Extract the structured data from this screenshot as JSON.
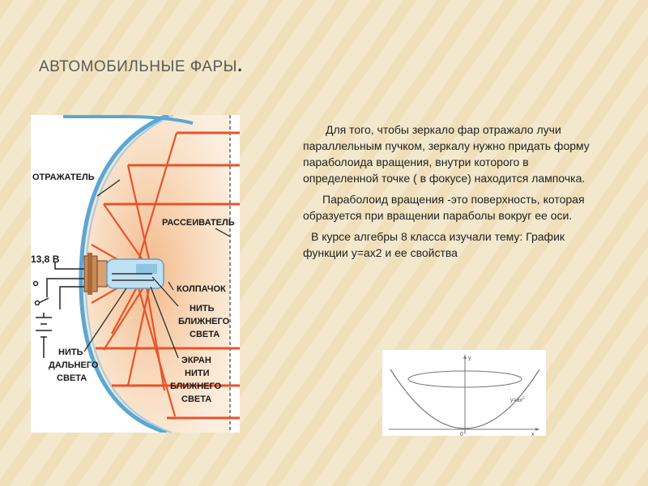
{
  "slide": {
    "title": "АВТОМОБИЛЬНЫЕ ФАРЫ",
    "title_dot": ".",
    "paragraphs": [
      "Для того, чтобы зеркало фар отражало лучи параллельным пучком, зеркалу нужно придать форму параболоида вращения, внутри которого в определенной точке ( в фокусе) находится лампочка.",
      "Параболоид вращения -это поверхность, которая образуется при вращении параболы вокруг ее оси.",
      "В курсе алгебры 8 класса изучали тему: График функции у=ах2 и ее свойства"
    ]
  },
  "headlight_diagram": {
    "voltage_label": "13,8 В",
    "reflector_label": "ОТРАЖАТЕЛЬ",
    "diffuser_label": "РАССЕИВАТЕЛЬ",
    "cap_label": "КОЛПАЧОК",
    "low_beam_filament_label": [
      "НИТЬ",
      "БЛИЖНЕГО",
      "СВЕТА"
    ],
    "high_beam_filament_label": [
      "НИТЬ",
      "ДАЛЬНЕГО",
      "СВЕТА"
    ],
    "low_beam_screen_label": [
      "ЭКРАН",
      "НИТИ",
      "БЛИЖНЕГО",
      "СВЕТА"
    ],
    "colors": {
      "rays": "#e8532a",
      "reflector": "#5aa7d6",
      "glow": "#f6caa2"
    }
  },
  "parabola_graph": {
    "y_axis_label": "y",
    "x_axis_label": "x",
    "origin_label": "0",
    "curve_label": "y=ax",
    "curve_label_exp": "2"
  }
}
